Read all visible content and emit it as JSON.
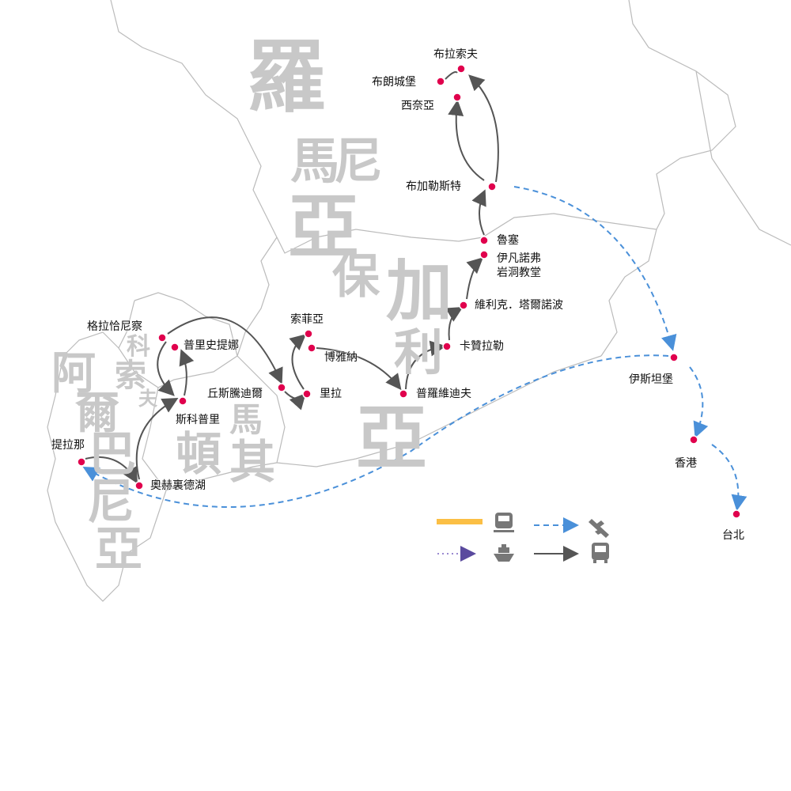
{
  "countries": [
    {
      "id": "romania",
      "label": "羅馬尼亞"
    },
    {
      "id": "bulgaria",
      "label": "保加利亞"
    },
    {
      "id": "albania",
      "label": "阿爾巴尼亞"
    },
    {
      "id": "kosovo",
      "label": "科索夫"
    },
    {
      "id": "macedonia",
      "label": "馬其頓"
    }
  ],
  "cities": [
    {
      "id": "brasov",
      "label": "布拉索夫"
    },
    {
      "id": "bran",
      "label": "布朗城堡"
    },
    {
      "id": "sinaia",
      "label": "西奈亞"
    },
    {
      "id": "bucharest",
      "label": "布加勒斯特"
    },
    {
      "id": "ruse",
      "label": "魯塞"
    },
    {
      "id": "ivanovo",
      "label": "伊凡諾弗",
      "label2": "岩洞教堂"
    },
    {
      "id": "veliko",
      "label": "維利克．塔爾諾波"
    },
    {
      "id": "kazanlak",
      "label": "卡贊拉勒"
    },
    {
      "id": "plovdiv",
      "label": "普羅維迪夫"
    },
    {
      "id": "sofia",
      "label": "索菲亞"
    },
    {
      "id": "boyana",
      "label": "博雅納"
    },
    {
      "id": "rila",
      "label": "里拉"
    },
    {
      "id": "kyustendil",
      "label": "丘斯騰迪爾"
    },
    {
      "id": "gracanica",
      "label": "格拉恰尼察"
    },
    {
      "id": "pristina",
      "label": "普里史提娜"
    },
    {
      "id": "skopje",
      "label": "斯科普里"
    },
    {
      "id": "tirana",
      "label": "提拉那"
    },
    {
      "id": "ohrid",
      "label": "奧赫裏德湖"
    },
    {
      "id": "istanbul",
      "label": "伊斯坦堡"
    },
    {
      "id": "hongkong",
      "label": "香港"
    },
    {
      "id": "taipei",
      "label": "台北"
    }
  ],
  "legend": [
    {
      "mode": "train",
      "icon": "train-icon",
      "color": "#fbbf45"
    },
    {
      "mode": "flight",
      "icon": "airplane-icon",
      "color": "#4a90d9"
    },
    {
      "mode": "ship",
      "icon": "ship-icon",
      "color": "#5a4a9e"
    },
    {
      "mode": "bus",
      "icon": "bus-icon",
      "color": "#555555"
    }
  ],
  "colors": {
    "dot": "#e0004d",
    "border": "#bbbbbb",
    "country_label": "#c8c8c8"
  }
}
